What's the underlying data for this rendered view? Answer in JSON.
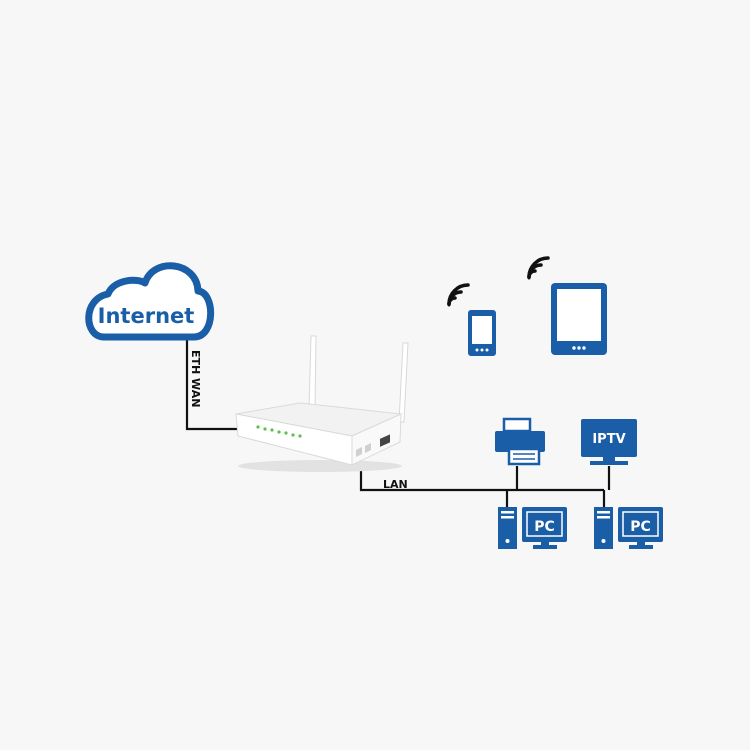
{
  "diagram": {
    "nodes": {
      "internet": {
        "label": "Internet",
        "icon": "cloud-icon"
      },
      "router": {
        "icon": "router-icon"
      },
      "phone": {
        "icon": "smartphone-icon",
        "signal_icon": "wifi-signal-icon"
      },
      "tablet": {
        "icon": "tablet-icon",
        "signal_icon": "wifi-signal-icon"
      },
      "printer": {
        "icon": "printer-icon"
      },
      "iptv": {
        "label": "IPTV",
        "icon": "monitor-icon"
      },
      "pc1": {
        "label": "PC",
        "icon": "desktop-pc-icon"
      },
      "pc2": {
        "label": "PC",
        "icon": "desktop-pc-icon"
      }
    },
    "connections": {
      "wan": {
        "label": "ETH WAN"
      },
      "lan": {
        "label": "LAN"
      }
    }
  },
  "colors": {
    "accent": "#1a5ea8",
    "line": "#111111",
    "background": "#f7f7f7",
    "router_body": "#ffffff",
    "router_led": "#5fbf4f"
  }
}
